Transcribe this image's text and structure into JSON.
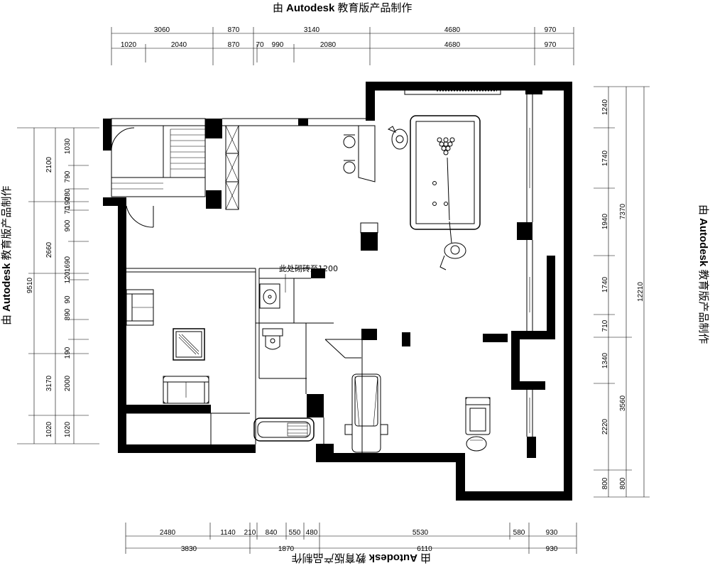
{
  "watermark": {
    "prefix": "由",
    "brand": "Autodesk",
    "suffix": "教育版产品制作"
  },
  "note": "此处砌砖至1200",
  "dimensions": {
    "top_outer": [
      "3060",
      "870",
      "3140",
      "4680",
      "970"
    ],
    "top_inner": [
      "1020",
      "2040",
      "870",
      "70",
      "990",
      "2080",
      "4680",
      "970"
    ],
    "left_outer": [
      "9510"
    ],
    "left_inner": [
      "2100",
      "2660",
      "3170",
      "1020"
    ],
    "left_detail": [
      "1030",
      "790",
      "280",
      "190",
      "70",
      "900",
      "1690",
      "120",
      "90",
      "890",
      "190",
      "2000",
      "1020"
    ],
    "right_outer": [
      "12210"
    ],
    "right_mid": [
      "7370",
      "3560"
    ],
    "right_inner": [
      "1240",
      "1740",
      "1940",
      "1740",
      "710",
      "1340",
      "2220",
      "800",
      "800"
    ],
    "bottom_upper": [
      "2480",
      "1140",
      "210",
      "840",
      "550",
      "480",
      "5530",
      "580",
      "930"
    ],
    "bottom_lower": [
      "3830",
      "1870",
      "6110",
      "930"
    ]
  }
}
